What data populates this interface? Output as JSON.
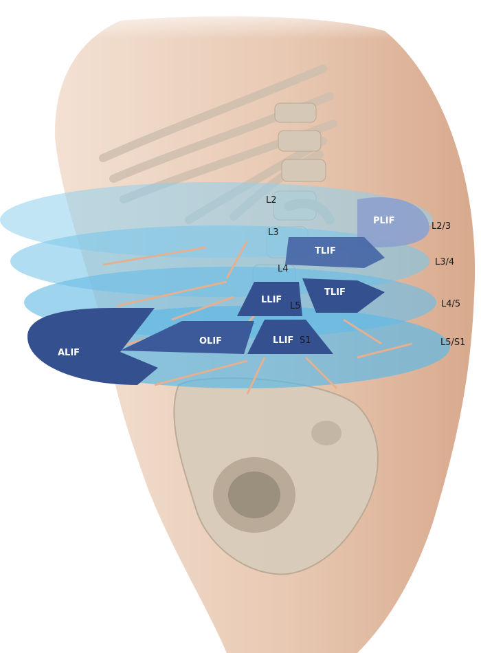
{
  "vertebrae": {
    "l2": "L2",
    "l3": "L3",
    "l4": "L4",
    "l5": "L5",
    "s1": "S1"
  },
  "levels": {
    "l2_3": "L2/3",
    "l3_4": "L3/4",
    "l4_5": "L4/5",
    "l5_s1": "L5/S1"
  },
  "approaches": {
    "plif": "PLIF",
    "tlif_upper": "TLIF",
    "tlif_lower": "TLIF",
    "llif_upper": "LLIF",
    "llif_lower": "LLIF",
    "olif": "OLIF",
    "alif": "ALIF"
  },
  "colors": {
    "skin": "#e3c3ad",
    "bone": "#d9ccbb",
    "plane_light": "#8fd0ee",
    "plane_mid": "#5fb9e6",
    "approach_dark": "#34508f",
    "approach_mid": "#4a69a8",
    "approach_light": "#8ea2cc"
  }
}
